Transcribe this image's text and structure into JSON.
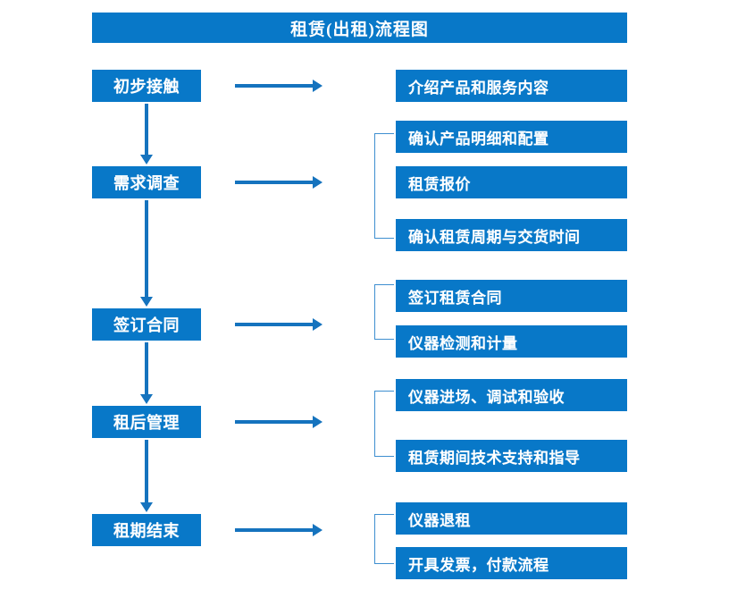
{
  "chart_data": {
    "type": "diagram",
    "title": "租赁(出租)流程图",
    "diagram_kind": "flowchart",
    "stages": [
      {
        "label": "初步接触",
        "details": [
          "介绍产品和服务内容"
        ]
      },
      {
        "label": "需求调查",
        "details": [
          "确认产品明细和配置",
          "租赁报价",
          "确认租赁周期与交货时间"
        ]
      },
      {
        "label": "签订合同",
        "details": [
          "签订租赁合同",
          "仪器检测和计量"
        ]
      },
      {
        "label": "租后管理",
        "details": [
          "仪器进场、调试和验收",
          "租赁期间技术支持和指导"
        ]
      },
      {
        "label": "租期结束",
        "details": [
          "仪器退租",
          "开具发票，付款流程"
        ]
      }
    ]
  },
  "title": {
    "text": "租赁(出租)流程图"
  },
  "colors": {
    "box_fill": "#0878C8",
    "arrow": "#1573BE",
    "bracket": "#3E8FD0",
    "text": "#ffffff",
    "background": "#ffffff"
  },
  "stages": [
    {
      "label": "初步接触"
    },
    {
      "label": "需求调查"
    },
    {
      "label": "签订合同"
    },
    {
      "label": "租后管理"
    },
    {
      "label": "租期结束"
    }
  ],
  "details": [
    {
      "label": "介绍产品和服务内容"
    },
    {
      "label": "确认产品明细和配置"
    },
    {
      "label": "租赁报价"
    },
    {
      "label": "确认租赁周期与交货时间"
    },
    {
      "label": "签订租赁合同"
    },
    {
      "label": "仪器检测和计量"
    },
    {
      "label": "仪器进场、调试和验收"
    },
    {
      "label": "租赁期间技术支持和指导"
    },
    {
      "label": "仪器退租"
    },
    {
      "label": "开具发票，付款流程"
    }
  ]
}
